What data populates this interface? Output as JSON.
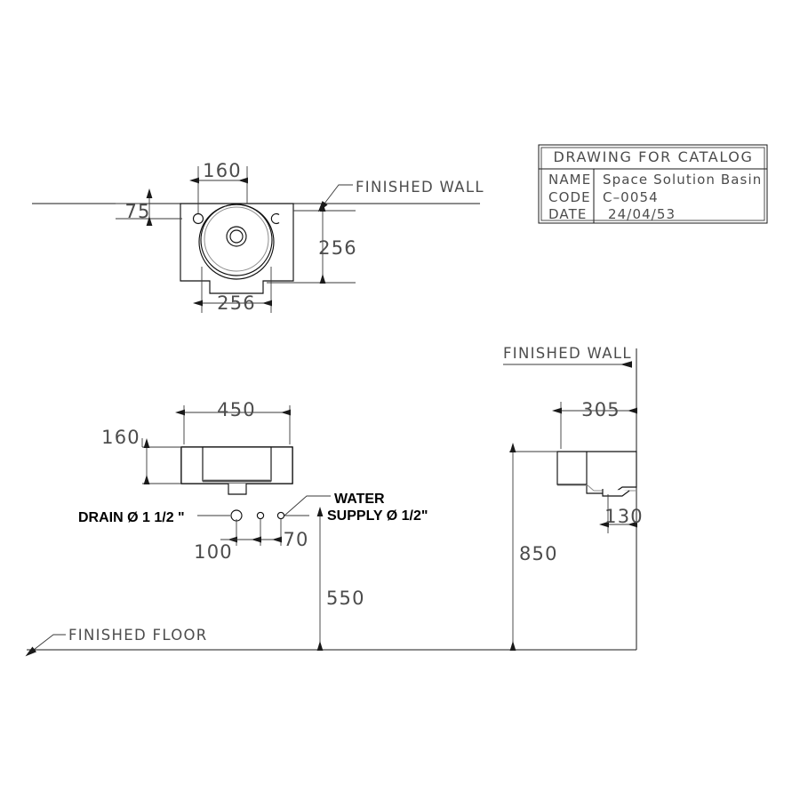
{
  "document": {
    "type": "technical-drawing",
    "background": "#ffffff",
    "line_color": "#1a1a1a",
    "text_color": "#4c4c4c"
  },
  "title_block": {
    "header": "DRAWING  FOR  CATALOG",
    "rows": [
      {
        "key": "NAME",
        "value": "Space  Solution  Basin"
      },
      {
        "key": "CODE",
        "value": "C–0054"
      },
      {
        "key": "DATE",
        "value": "24/04/53"
      }
    ]
  },
  "plan_view": {
    "name": "plan-view",
    "labels": {
      "finished_wall": "FINISHED  WALL"
    },
    "dimensions": {
      "hole_offset": "160",
      "wall_offset": "75",
      "depth": "256",
      "width": "256"
    }
  },
  "front_view": {
    "name": "front-elevation-view",
    "dimensions": {
      "width": "450",
      "height": "160",
      "drain_to_mid": "100",
      "mid_to_supply": "70",
      "floor_to_rough": "550"
    },
    "labels": {
      "drain": "DRAIN Ø 1 1/2 \"",
      "water_supply_line1": "WATER",
      "water_supply_line2": "SUPPLY Ø 1/2\"",
      "finished_floor": "FINISHED  FLOOR"
    }
  },
  "side_view": {
    "name": "side-elevation-view",
    "labels": {
      "finished_wall": "FINISHED  WALL"
    },
    "dimensions": {
      "depth": "305",
      "apron": "130",
      "rim_height": "850"
    }
  }
}
